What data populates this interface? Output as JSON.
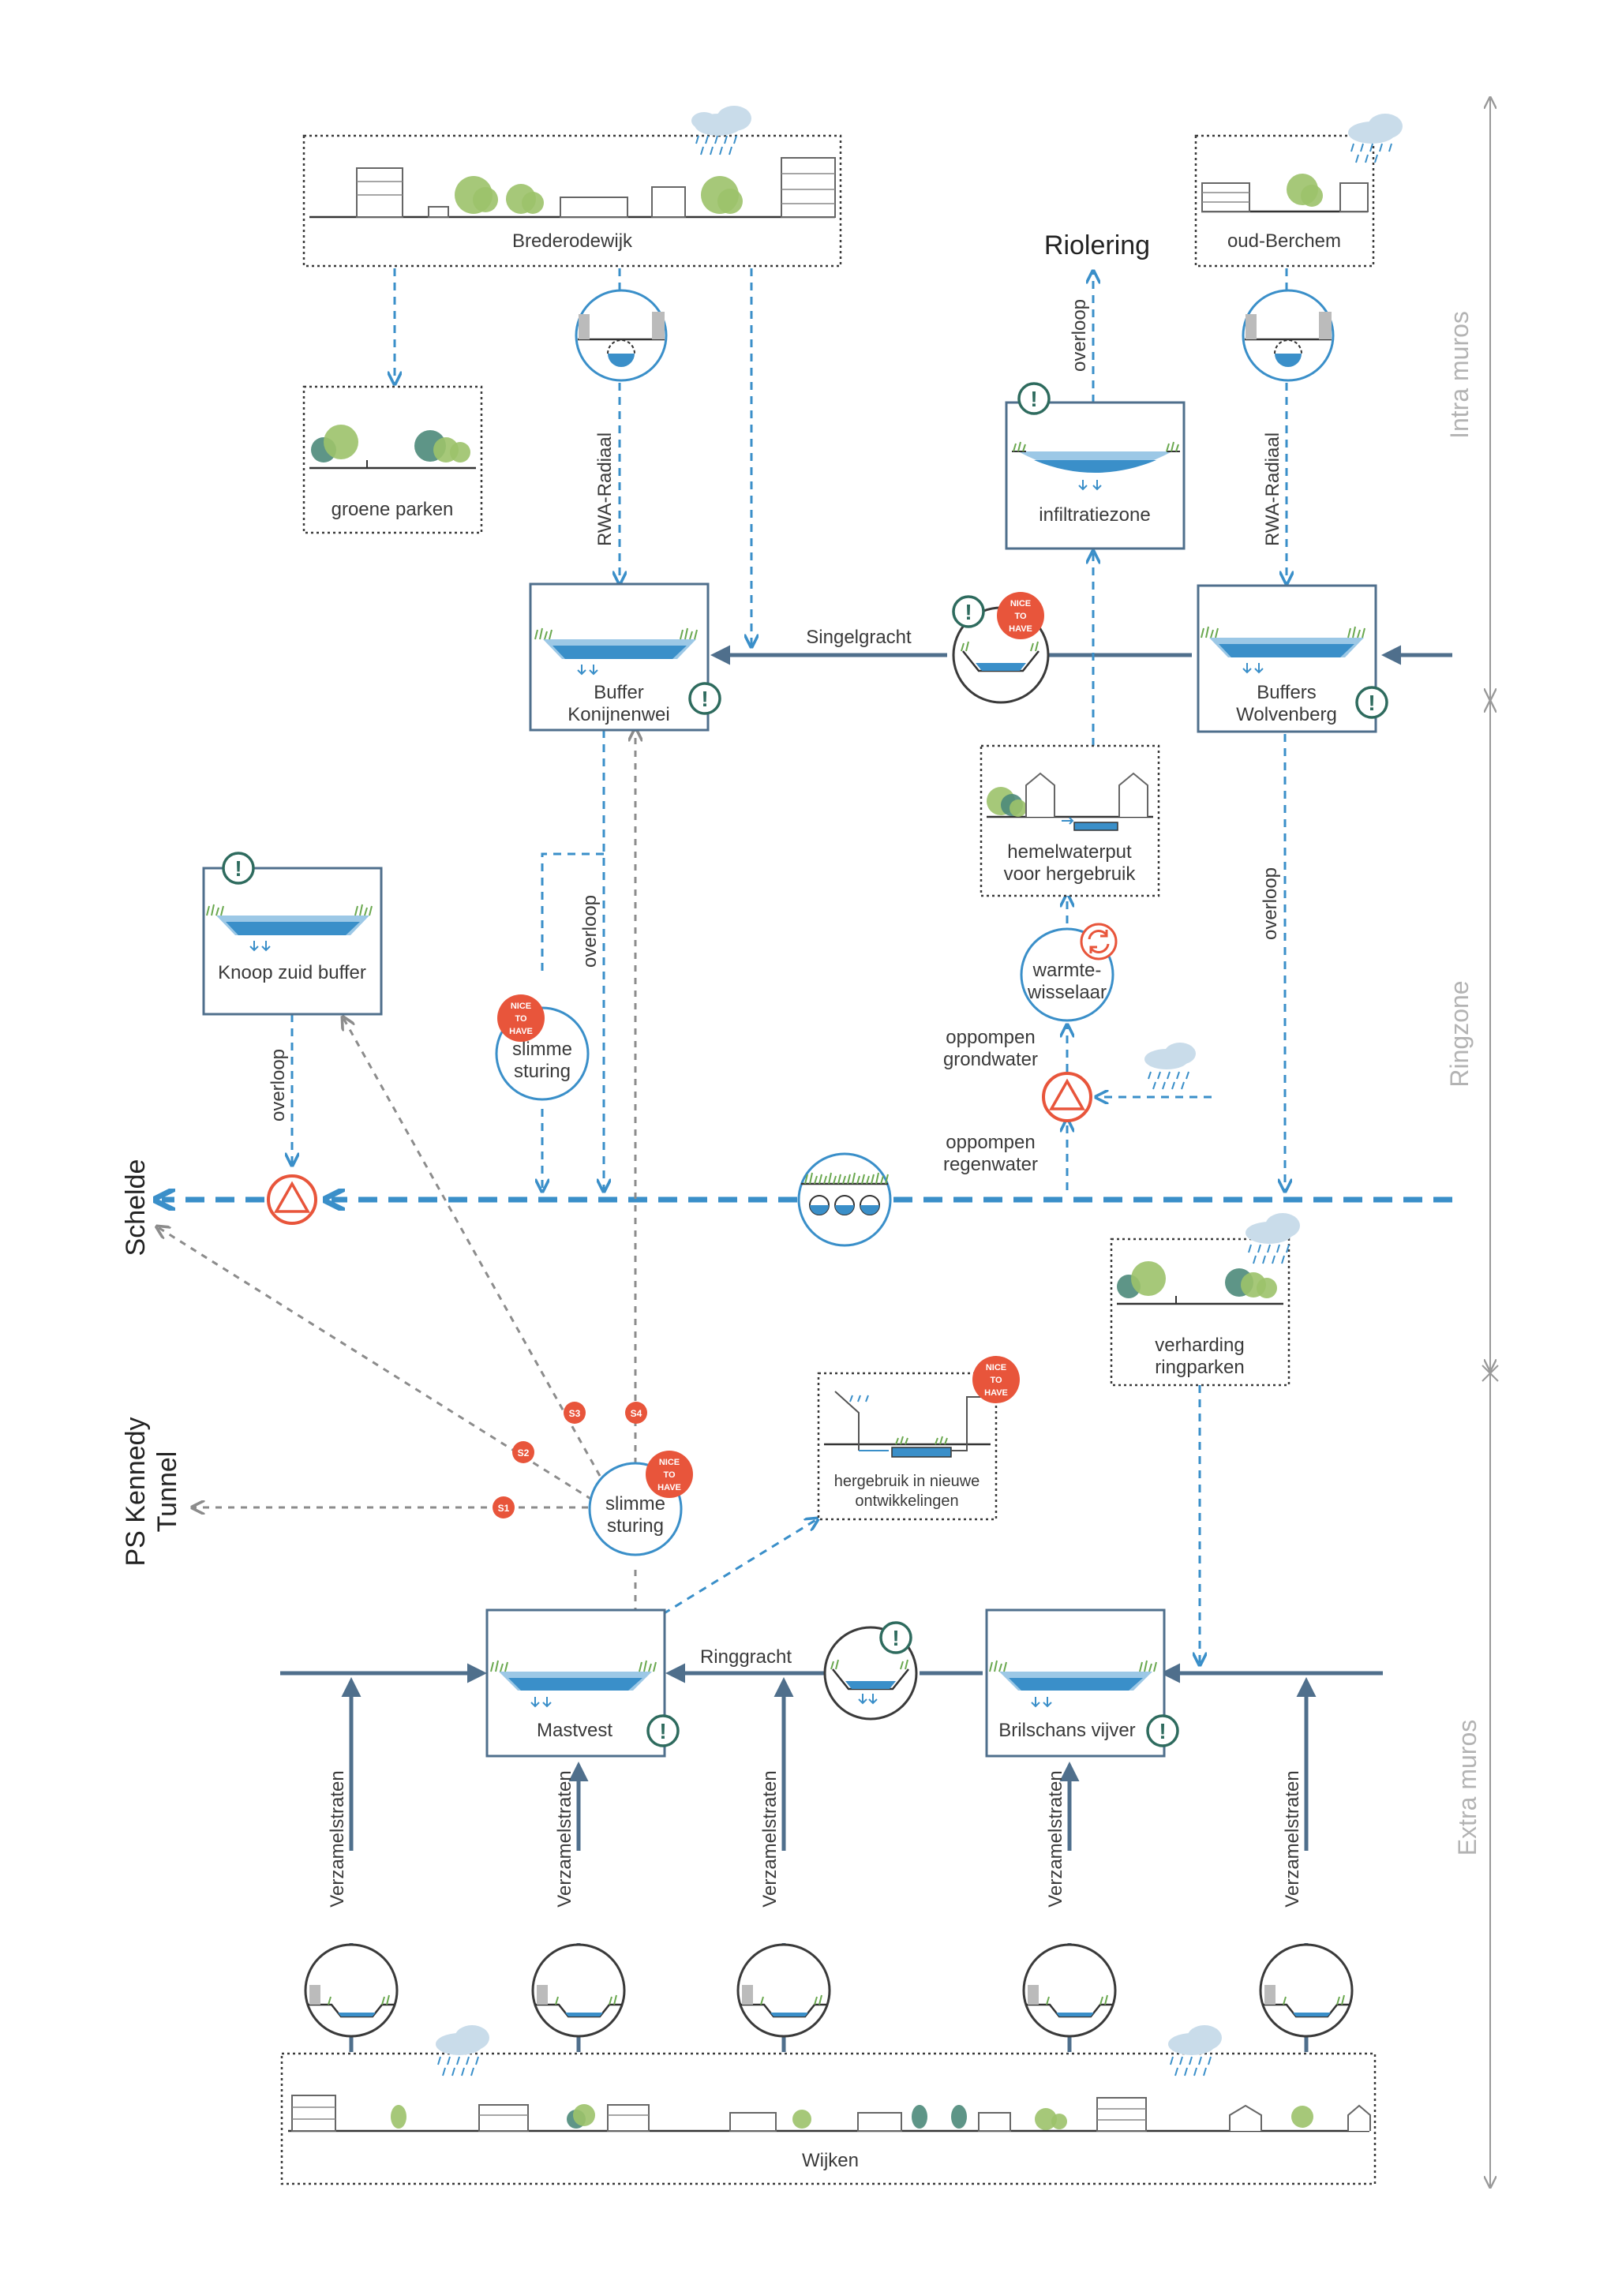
{
  "zones": {
    "intra": "Intra muros",
    "ring": "Ringzone",
    "extra": "Extra muros"
  },
  "outlets": {
    "riolering": "Riolering",
    "schelde": "Schelde",
    "kennedy_1": "PS Kennedy",
    "kennedy_2": "Tunnel"
  },
  "boxes": {
    "brederodewijk": "Brederodewijk",
    "groene_parken": "groene parken",
    "oud_berchem": "oud-Berchem",
    "infiltratiezone": "infiltratiezone",
    "hemelwaterput_1": "hemelwaterput",
    "hemelwaterput_2": "voor hergebruik",
    "verharding_1": "verharding",
    "verharding_2": "ringparken",
    "hergebruik_1": "hergebruik in nieuwe",
    "hergebruik_2": "ontwikkelingen",
    "wijken": "Wijken"
  },
  "nodes": {
    "konijnenwei_1": "Buffer",
    "konijnenwei_2": "Konijnenwei",
    "wolvenberg_1": "Buffers",
    "wolvenberg_2": "Wolvenberg",
    "knoop_zuid": "Knoop zuid buffer",
    "mastvest": "Mastvest",
    "brilschans": "Brilschans vijver"
  },
  "circles": {
    "slimme_1": "slimme",
    "slimme_2": "sturing",
    "warmte_1": "warmte-",
    "warmte_2": "wisselaar"
  },
  "flows": {
    "rwa_radiaal": "RWA-Radiaal",
    "overloop": "overloop",
    "singelgracht": "Singelgracht",
    "ringgracht": "Ringgracht",
    "oppompen_grond_1": "oppompen",
    "oppompen_grond_2": "grondwater",
    "oppompen_regen_1": "oppompen",
    "oppompen_regen_2": "regenwater",
    "verzamelstraten": "Verzamelstraten"
  },
  "badges": {
    "nice_1": "NICE",
    "nice_2": "TO",
    "nice_3": "HAVE",
    "warning": "!"
  },
  "scenarios": {
    "s1": "S1",
    "s2": "S2",
    "s3": "S3",
    "s4": "S4"
  },
  "colors": {
    "blue": "#3a8fc9",
    "main": "#4f6f8c",
    "red": "#e8553b",
    "green": "#2e6b5e",
    "grey": "#8c8c8c"
  }
}
